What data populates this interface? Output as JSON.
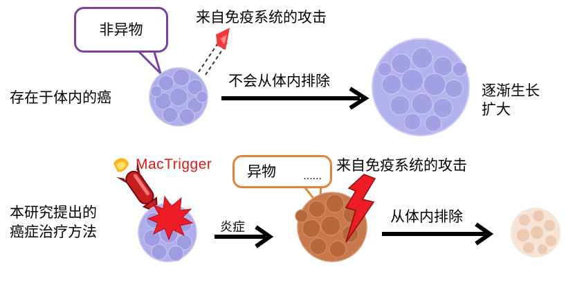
{
  "top": {
    "bubble_text": "非异物",
    "immune_attack": "来自免疫系统的攻击",
    "left_label": "存在于体内的癌",
    "arrow_label": "不会从体内排除",
    "right_label_line1": "逐渐生长",
    "right_label_line2": "扩大"
  },
  "bottom": {
    "mactrigger": "MacTrigger",
    "left_label_line1": "本研究提出的",
    "left_label_line2": "癌症治疗方法",
    "inflammation": "炎症",
    "bubble_text": "异物",
    "bubble_dots": "......",
    "immune_attack": "来自免疫系统的攻击",
    "arrow_label": "从体内排除"
  },
  "colors": {
    "cell_purple": "#a9a6e8",
    "cell_brown": "#b5633a",
    "bubble_purple": "#7b3fa0",
    "bubble_orange": "#e0843a",
    "attack_red": "#e01818"
  }
}
